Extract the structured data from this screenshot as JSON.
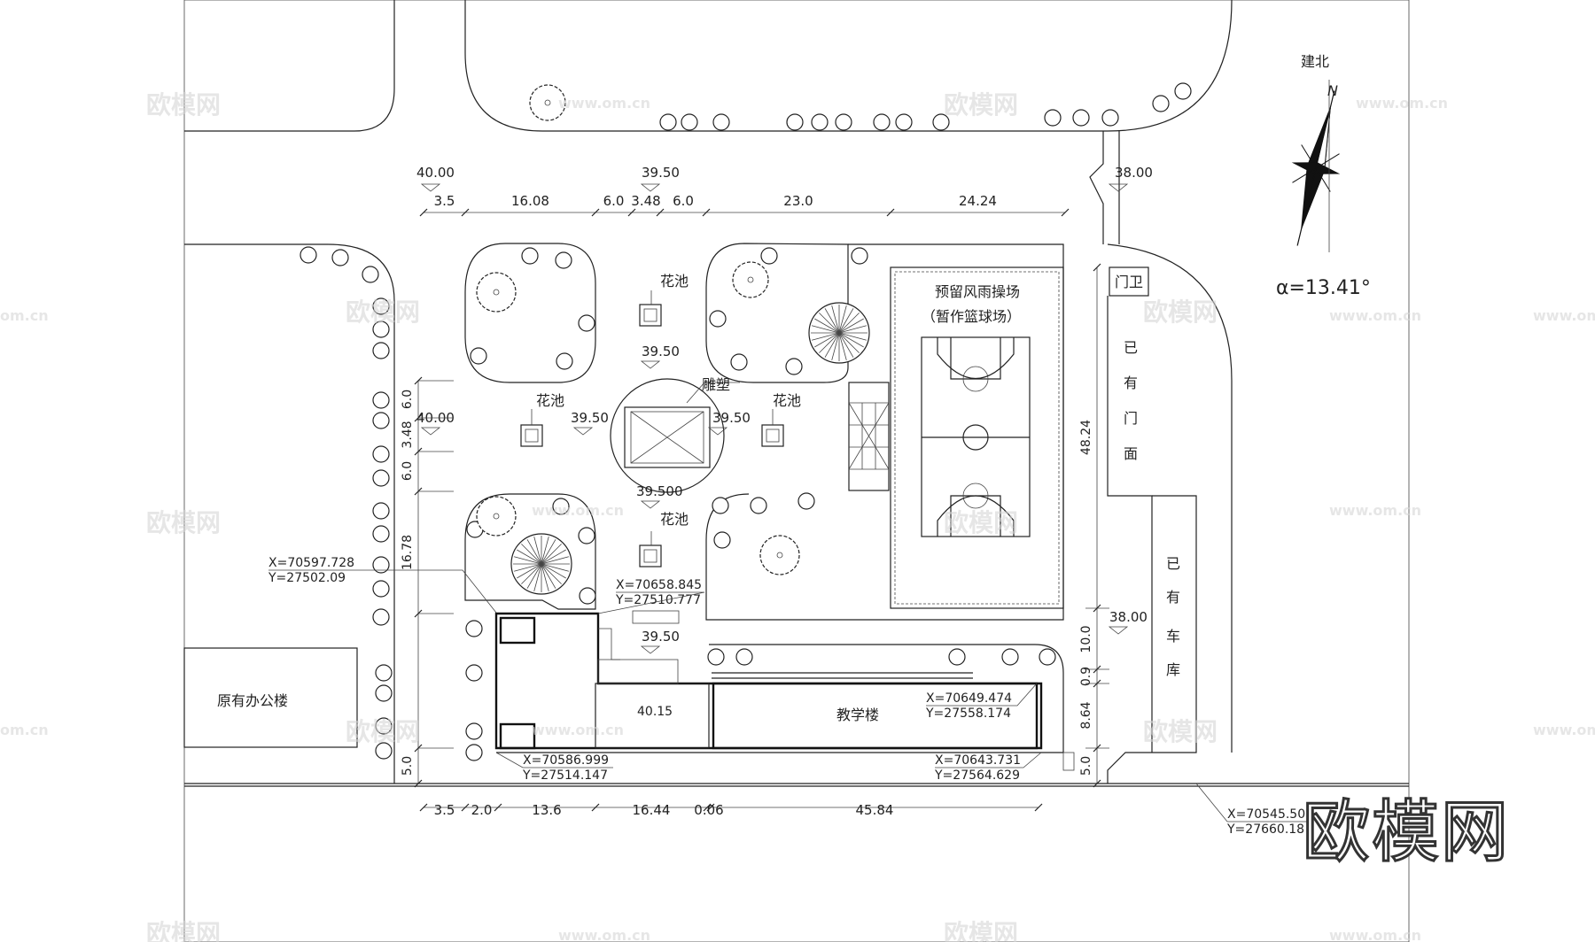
{
  "labels": {
    "north": "建北",
    "n": "N",
    "angle": "α=13.41°",
    "gate": "门卫",
    "existing_shop": "已有门面",
    "existing_garage": "已有车库",
    "office": "原有办公楼",
    "teaching": "教学楼",
    "playground": "预留风雨操场",
    "playground_sub": "（暂作篮球场）",
    "sculpture": "雕塑",
    "flower_pool": "花池"
  },
  "elevations": {
    "e1": "40.00",
    "e2": "39.50",
    "e3": "38.00",
    "e4": "39.50",
    "e5": "40.00",
    "e6": "39.50",
    "e7": "39.50",
    "e8": "39.500",
    "e9": "39.50",
    "e10": "38.00",
    "e11": "40.15"
  },
  "dims_top": [
    "3.5",
    "16.08",
    "6.0",
    "3.48",
    "6.0",
    "23.0",
    "24.24"
  ],
  "dims_bottom": [
    "3.5",
    "2.0",
    "13.6",
    "16.44",
    "0.06",
    "45.84"
  ],
  "dims_left": [
    "6.0",
    "3.48",
    "6.0",
    "16.78",
    "5.0"
  ],
  "dims_right": [
    "48.24",
    "10.0",
    "0.9",
    "8.64",
    "5.0"
  ],
  "coords": {
    "c1x": "X=70597.728",
    "c1y": "Y=27502.09",
    "c2x": "X=70658.845",
    "c2y": "Y=27510.777",
    "c3x": "X=70649.474",
    "c3y": "Y=27558.174",
    "c4x": "X=70586.999",
    "c4y": "Y=27514.147",
    "c5x": "X=70643.731",
    "c5y": "Y=27564.629",
    "c6x": "X=70545.50",
    "c6y": "Y=27660.18"
  },
  "watermark": {
    "small_cn": "欧模网",
    "small_url": "www.om.cn",
    "edge_url": "om.cn",
    "edge_url2": "www.om",
    "big": "欧模网"
  }
}
